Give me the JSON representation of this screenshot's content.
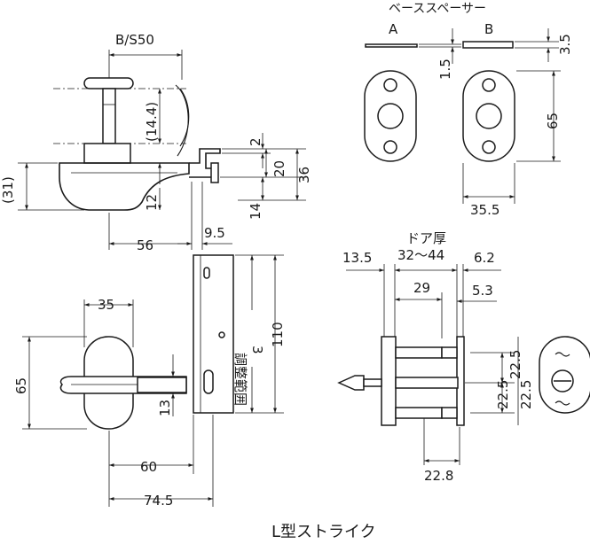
{
  "title": "L型ストライク",
  "spacer": {
    "heading": "ベーススペーサー",
    "label_a": "A",
    "label_b": "B",
    "thickness_a": "1.5",
    "thickness_b": "3.5",
    "height": "65",
    "width": "35.5"
  },
  "side_view": {
    "b_s": "B/S50",
    "dim_14_4": "(14.4)",
    "dim_31": "(31)",
    "dim_12": "12",
    "dim_2": "2",
    "dim_20": "20",
    "dim_36": "36",
    "dim_14": "14",
    "dim_56": "56",
    "dim_9_5": "9.5"
  },
  "front_view": {
    "dim_35": "35",
    "dim_65": "65",
    "dim_13": "13",
    "dim_60": "60",
    "dim_74_5": "74.5",
    "dim_110": "110",
    "adjust_label": "調整範囲",
    "adjust_value": "3"
  },
  "section_view": {
    "door_thickness_label": "ドア厚",
    "dim_13_5": "13.5",
    "dim_32_44": "32～44",
    "dim_6_2": "6.2",
    "dim_29": "29",
    "dim_5_3": "5.3",
    "dim_22_5_a": "22.5",
    "dim_22_5_b": "22.5",
    "dim_22_5_c": "22.5",
    "dim_22_8": "22.8"
  }
}
